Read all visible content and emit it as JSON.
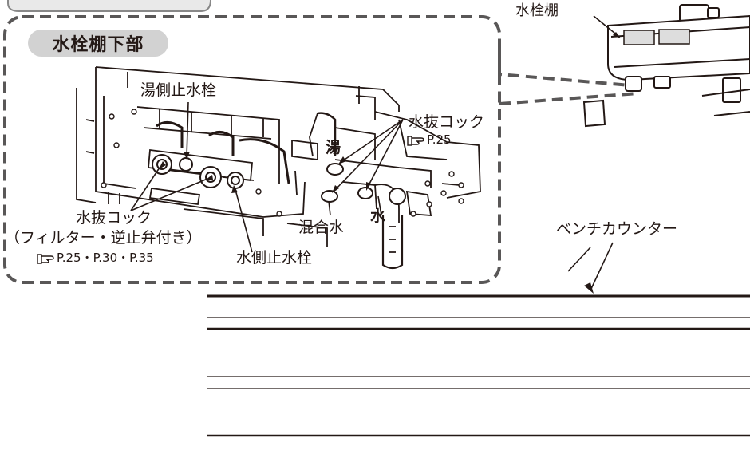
{
  "section_title": "水栓棚下部",
  "labels": {
    "faucet_shelf": "水栓棚",
    "hot_side_stop_valve": "湯側止水栓",
    "drain_cock_right": "水抜コック",
    "drain_cock_right_ref": "P.25",
    "hot": "湯",
    "mixed_water": "混合水",
    "water": "水",
    "drain_cock_left": "水抜コック",
    "drain_cock_left_note": "（フィルター・逆止弁付き）",
    "drain_cock_left_ref": "P.25・P.30・P.35",
    "water_side_stop_valve": "水側止水栓",
    "bench_counter": "ベンチカウンター"
  },
  "icons": [
    "pointing-hand-icon"
  ],
  "colors": {
    "line": "#231815",
    "dashed_frame": "#595757",
    "title_pill": "#d2d2d2"
  }
}
